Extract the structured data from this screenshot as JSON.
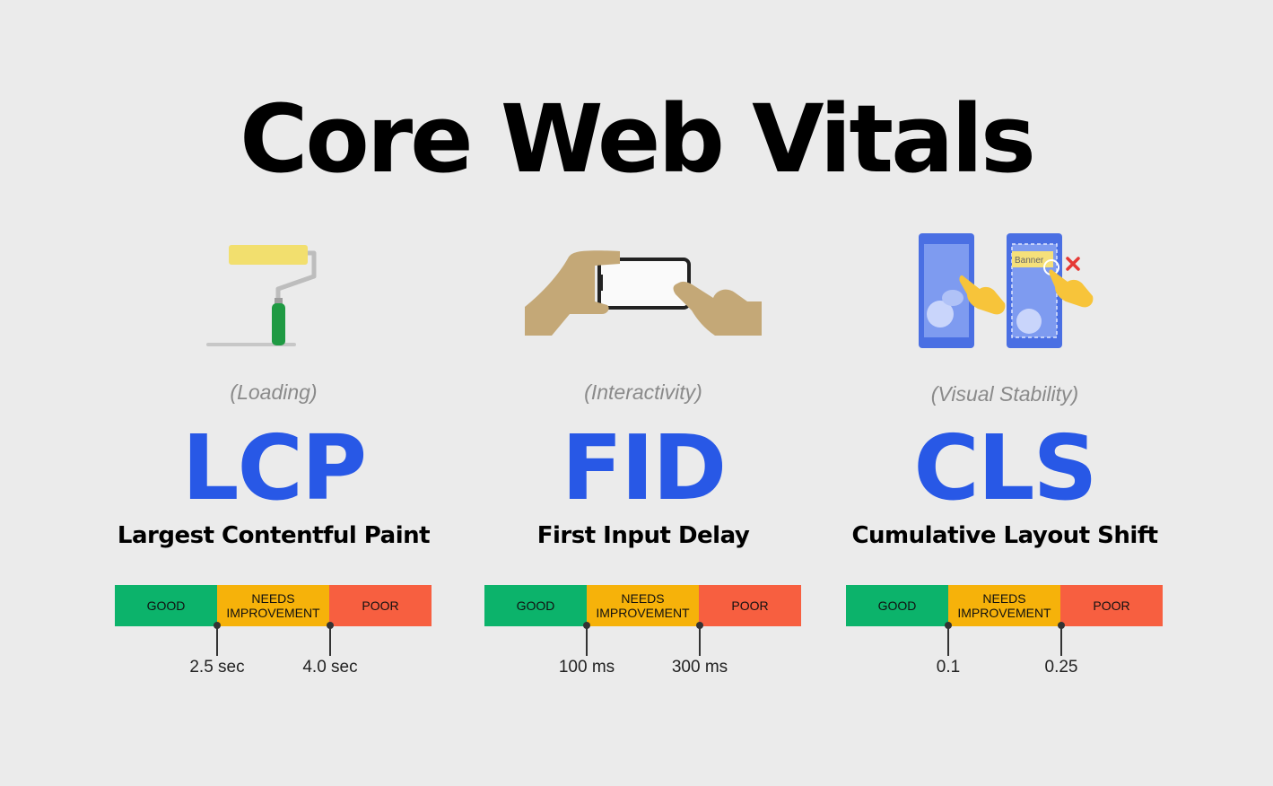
{
  "title": "Core Web Vitals",
  "colors": {
    "accent": "#2858e6",
    "good": "#0cb36b",
    "needs_improvement": "#f6b20a",
    "poor": "#f75f40"
  },
  "metrics": [
    {
      "icon": "paint-roller-icon",
      "category": "(Loading)",
      "abbr": "LCP",
      "name": "Largest Contentful Paint",
      "good_label": "GOOD",
      "ni_label": "NEEDS\nIMPROVEMENT",
      "poor_label": "POOR",
      "threshold_1": "2.5 sec",
      "threshold_2": "4.0 sec"
    },
    {
      "icon": "hand-phone-tap-icon",
      "category": "(Interactivity)",
      "abbr": "FID",
      "name": "First Input Delay",
      "good_label": "GOOD",
      "ni_label": "NEEDS\nIMPROVEMENT",
      "poor_label": "POOR",
      "threshold_1": "100 ms",
      "threshold_2": "300 ms"
    },
    {
      "icon": "layout-shift-phones-icon",
      "category": "(Visual Stability)",
      "abbr": "CLS",
      "name": "Cumulative Layout Shift",
      "good_label": "GOOD",
      "ni_label": "NEEDS\nIMPROVEMENT",
      "poor_label": "POOR",
      "threshold_1": "0.1",
      "threshold_2": "0.25"
    }
  ],
  "banner_text": "Banner"
}
